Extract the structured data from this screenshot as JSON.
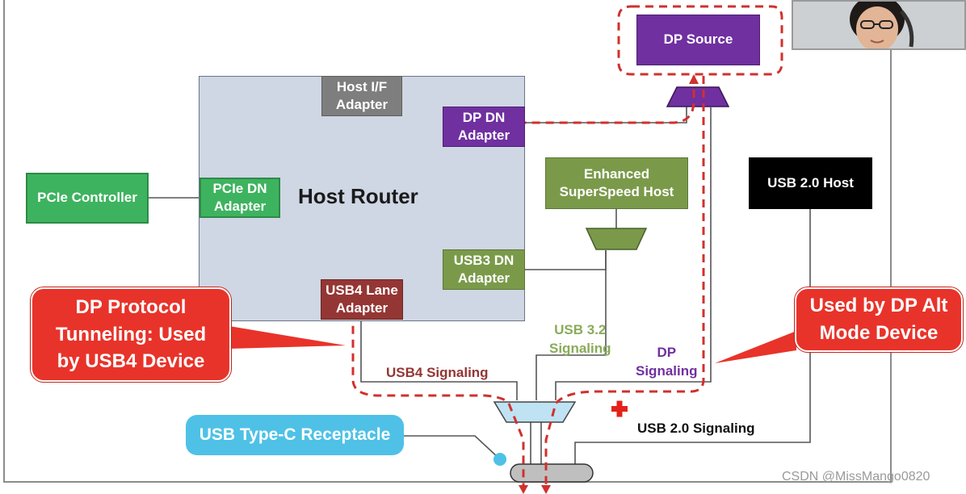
{
  "diagram": {
    "host_router_title": "Host Router",
    "blocks": {
      "host_if_adapter": [
        "Host I/F",
        "Adapter"
      ],
      "dp_dn_adapter": [
        "DP DN",
        "Adapter"
      ],
      "pcie_dn_adapter": [
        "PCIe DN",
        "Adapter"
      ],
      "usb3_dn_adapter": [
        "USB3 DN",
        "Adapter"
      ],
      "usb4_lane_adapter": [
        "USB4 Lane",
        "Adapter"
      ],
      "pcie_controller": "PCIe Controller",
      "dp_source": "DP Source",
      "enhanced_superspeed_host": [
        "Enhanced",
        "SuperSpeed Host"
      ],
      "usb20_host": "USB 2.0 Host"
    },
    "signal_labels": {
      "usb4_signaling": "USB4 Signaling",
      "usb32_signaling": [
        "USB 3.2",
        "Signaling"
      ],
      "dp_signaling": [
        "DP",
        "Signaling"
      ],
      "usb20_signaling": "USB 2.0 Signaling"
    },
    "callouts": {
      "dp_tunneling": [
        "DP Protocol",
        "Tunneling: Used",
        "by USB4 Device"
      ],
      "dp_alt_mode": [
        "Used by DP Alt",
        "Mode Device"
      ],
      "type_c_receptacle": "USB Type-C Receptacle"
    },
    "colors": {
      "router_fill": "#cfd6e4",
      "pcie_green": "#3eb35f",
      "dp_purple": "#7030a0",
      "usb3_olive": "#7a9a4a",
      "usb4_darkred": "#943634",
      "callout_red": "#e8332a",
      "receptacle_cyan": "#4fc1e6",
      "dashed_path": "#d0312d",
      "usb32_label": "#8aab5a",
      "dp_label": "#7030a0",
      "usb4_label": "#943634"
    }
  },
  "watermark": "CSDN @MissMango0820"
}
